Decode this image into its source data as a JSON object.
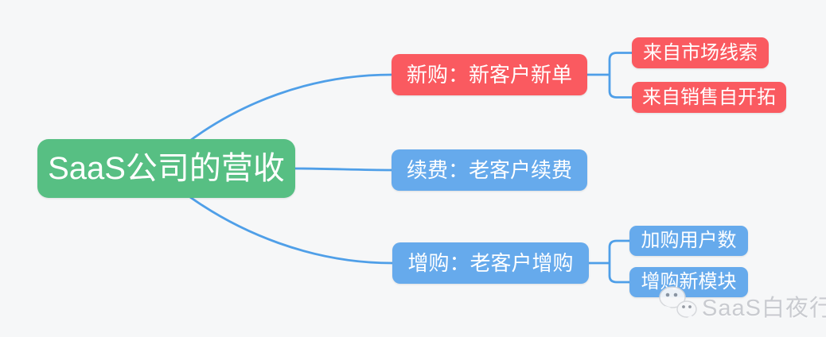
{
  "page": {
    "background": "#f6f7f8"
  },
  "mindmap": {
    "root": {
      "label": "SaaS公司的营收",
      "color": "#57bf83"
    },
    "branches": [
      {
        "label": "新购：新客户新单",
        "color": "#fa5a60",
        "children": [
          {
            "label": "来自市场线索",
            "color": "#fa5a60"
          },
          {
            "label": "来自销售自开拓",
            "color": "#fa5a60"
          }
        ]
      },
      {
        "label": "续费：老客户续费",
        "color": "#66aaec",
        "children": []
      },
      {
        "label": "增购：老客户增购",
        "color": "#66aaec",
        "children": [
          {
            "label": "加购用户数",
            "color": "#66aaec"
          },
          {
            "label": "增购新模块",
            "color": "#66aaec"
          }
        ]
      }
    ],
    "connector_color": "#4f9fe8",
    "text_color": "#ffffff"
  },
  "watermark": {
    "icon": "wechat-icon",
    "label": "SaaS白夜行",
    "color": "#c6c8cd"
  }
}
